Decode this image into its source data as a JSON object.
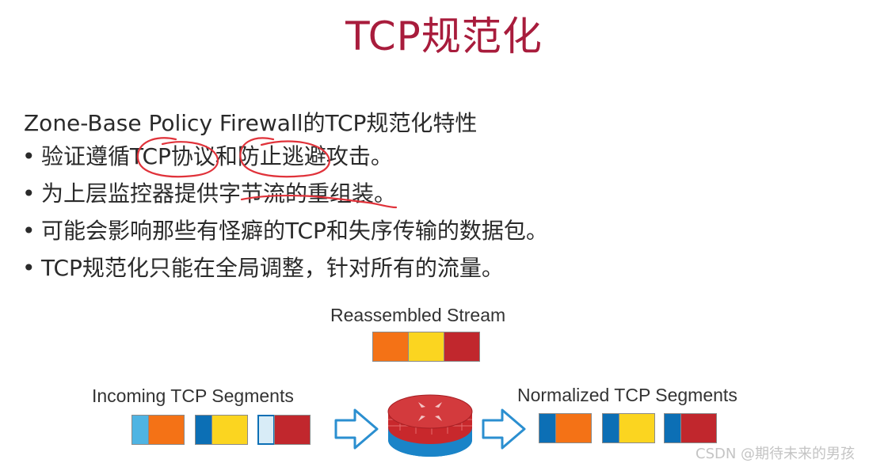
{
  "slide": {
    "title": "TCP规范化",
    "intro": "Zone-Base Policy Firewall的TCP规范化特性",
    "bullets": [
      "验证遵循TCP协议和防止逃避攻击。",
      "为上层监控器提供字节流的重组装。",
      "可能会影响那些有怪癖的TCP和失序传输的数据包。",
      "TCP规范化只能在全局调整，针对所有的流量。"
    ],
    "bullet_char": "•"
  },
  "diagram": {
    "reassembled_label": "Reassembled Stream",
    "incoming_label": "Incoming TCP Segments",
    "normalized_label": "Normalized TCP Segments",
    "colors": {
      "orange": "#f47216",
      "yellow": "#fbd520",
      "red": "#c1272d",
      "blue": "#0c6fb5",
      "light_blue": "#4fb4e3",
      "pale_blue": "#d8ecf7",
      "arrow": "#2b8fd0",
      "router_red": "#c8282c",
      "router_blue": "#1a84c8"
    },
    "icons": [
      "right-arrow-icon",
      "router-icon"
    ]
  },
  "annotations": {
    "ink_color": "#e0323a"
  },
  "watermark": "CSDN @期待未来的男孩"
}
